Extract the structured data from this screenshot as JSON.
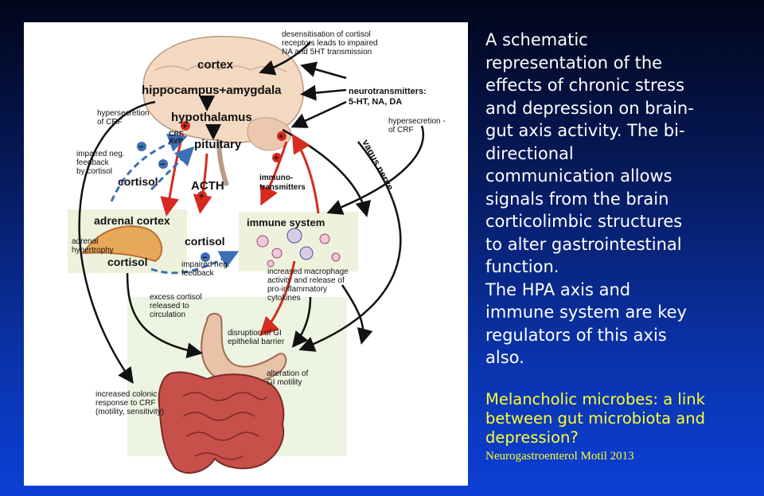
{
  "slide_text": {
    "paragraph1": "A schematic\nrepresentation of the\neffects of chronic stress\nand depression on brain-\ngut axis activity. The bi-\ndirectional\ncommunication allows\nsignals from the brain\ncorticolimbic structures\nto alter gastrointestinal\nfunction.",
    "paragraph2": "The HPA axis and\nimmune system are key\nregulators of this axis\nalso.",
    "caption": "Melancholic microbes: a link between gut microbiota and depression?",
    "citation": "Neurogastroenterol Motil 2013"
  },
  "diagram": {
    "desensitisation": [
      "desensitisation of cortisol",
      "receptors leads to impaired",
      "NA and 5HT transmission"
    ],
    "cortex": "cortex",
    "hippocampus": "hippocampus+amygdala",
    "hypothalamus": "hypothalamus",
    "crf_avp": [
      "CRF",
      "AVP"
    ],
    "pituitary": "pituitary",
    "neurotransmitters": [
      "neurotransmitters:",
      "5-HT, NA, DA"
    ],
    "hypersecretion_left": [
      "hypersecretion",
      "of CRF"
    ],
    "hypersecretion_right": [
      "hypersecretion -",
      "of CRF"
    ],
    "impaired_feedback_top": [
      "impaired neg.",
      "feedback",
      "by cortisol"
    ],
    "cortisol_top": "cortisol",
    "acth": "ACTH",
    "immunotransmitters": [
      "immuno-",
      "transmitters"
    ],
    "vagus_nerve": "vagus nerve",
    "adrenal_cortex": "adrenal cortex",
    "immune_system": "immune system",
    "adrenal_hypertrophy": [
      "adrenal",
      "hypertrophy"
    ],
    "cortisol_middle": "cortisol",
    "cortisol_adrenal": "cortisol",
    "impaired_feedback_mid": [
      "impaired neg.",
      "feedback"
    ],
    "macrophage": [
      "increased macrophage",
      "activity and release of",
      "pro-inflammatory",
      "cytokines"
    ],
    "excess_cortisol": [
      "excess cortisol",
      "released to",
      "circulation"
    ],
    "gi_barrier": [
      "disruption of GI",
      "epithelial barrier"
    ],
    "gi_motility": [
      "alteration of",
      "GI motility"
    ],
    "colonic_response": [
      "increased colonic",
      "response to CRF",
      "(motility, sensitivity)"
    ],
    "signs": {
      "plus": "+",
      "minus": "−"
    },
    "colors": {
      "excite_arrow": "#d62b1f",
      "inhibit_arrow": "#3d6fb4",
      "brain": "#f4d9c2",
      "adrenal": "#e8a85a",
      "gut": "#c8504a"
    }
  }
}
